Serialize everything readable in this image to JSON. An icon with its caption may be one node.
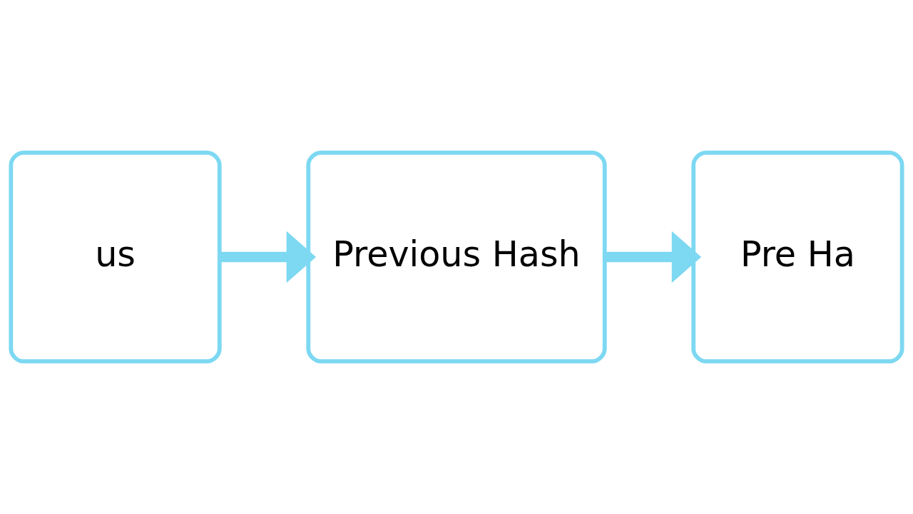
{
  "diagram": {
    "nodes": [
      {
        "text": [
          "us"
        ]
      },
      {
        "text": [
          "Previous Hash"
        ]
      },
      {
        "text": [
          "Pre Ha"
        ]
      }
    ],
    "edges": [
      {
        "from": 0,
        "to": 1,
        "arrow": "to"
      },
      {
        "from": 1,
        "to": 2,
        "arrow": "to"
      }
    ]
  }
}
